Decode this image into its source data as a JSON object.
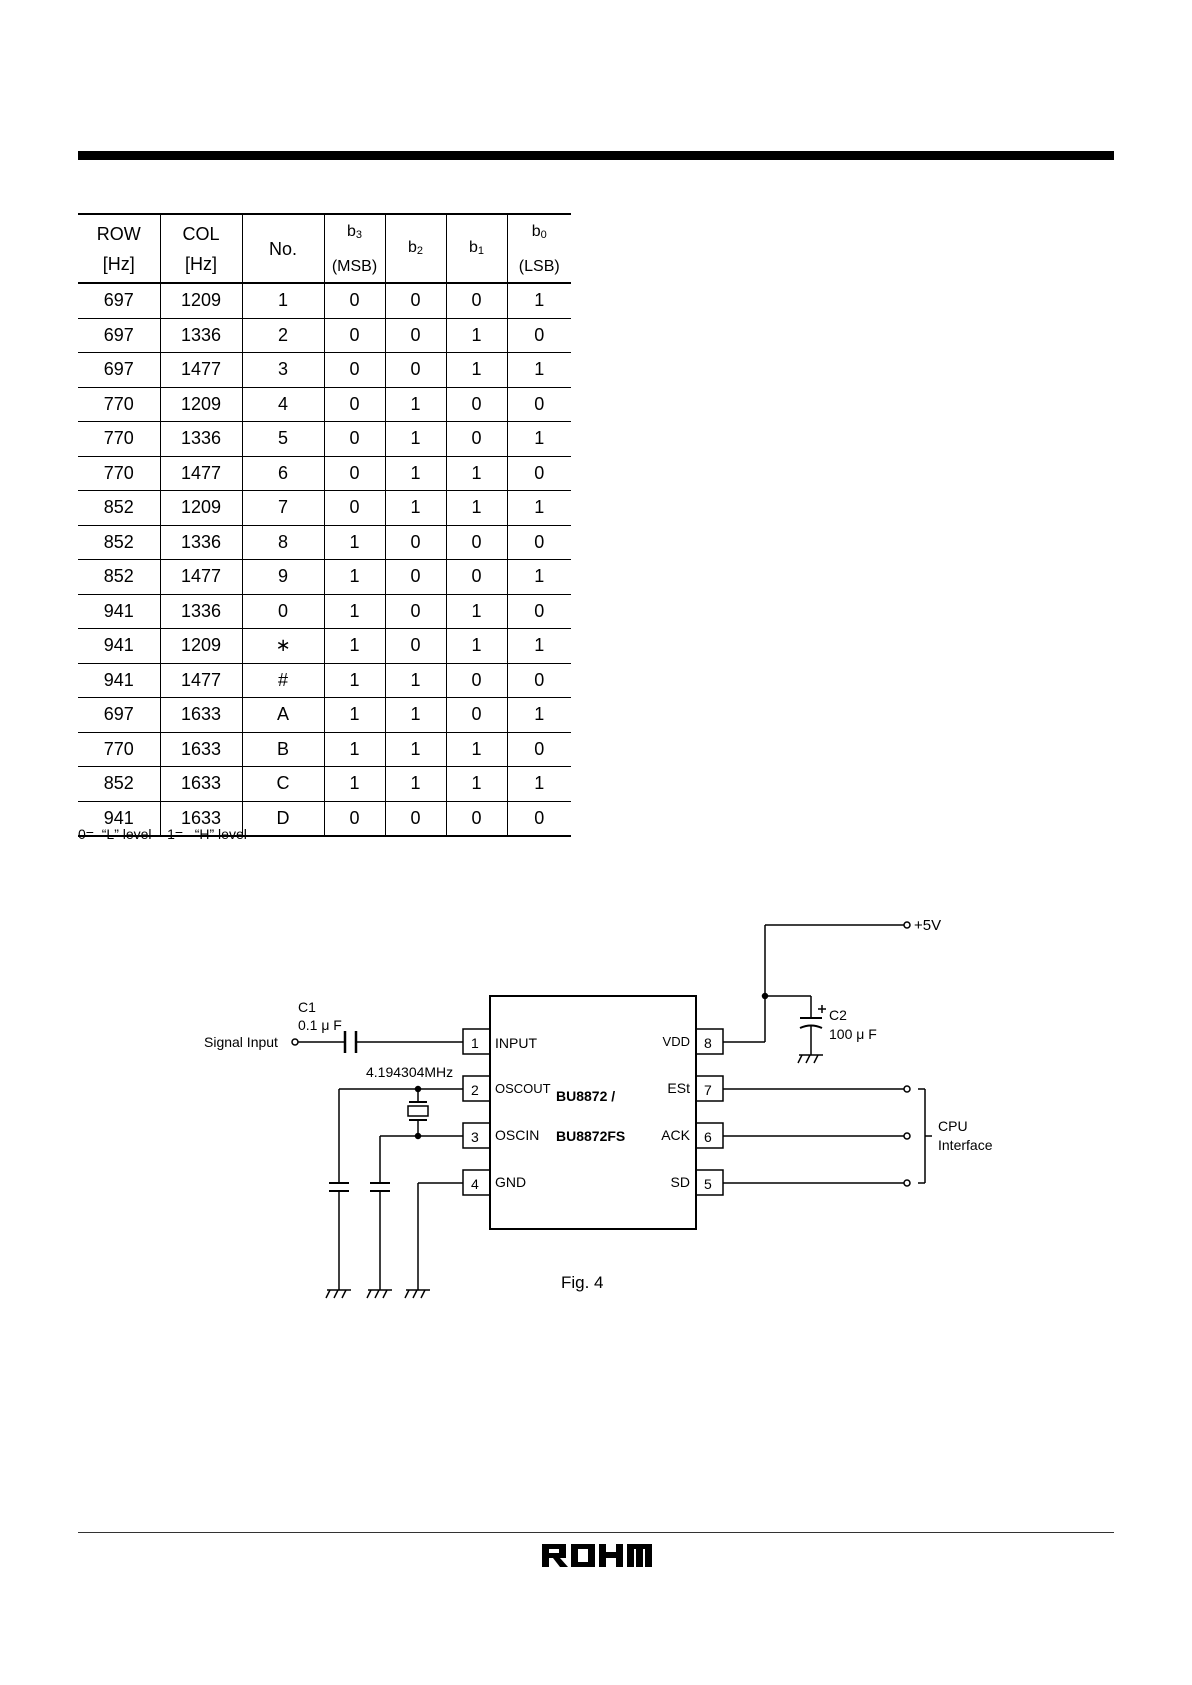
{
  "table": {
    "headers": {
      "row_label": "ROW",
      "row_unit": "[Hz]",
      "col_label": "COL",
      "col_unit": "[Hz]",
      "no_label": "No.",
      "b3_label": "b3",
      "b3_note": "(MSB)",
      "b2_label": "b2",
      "b1_label": "b1",
      "b0_label": "b0",
      "b0_note": "(LSB)"
    },
    "rows": [
      [
        "697",
        "1209",
        "1",
        "0",
        "0",
        "0",
        "1"
      ],
      [
        "697",
        "1336",
        "2",
        "0",
        "0",
        "1",
        "0"
      ],
      [
        "697",
        "1477",
        "3",
        "0",
        "0",
        "1",
        "1"
      ],
      [
        "770",
        "1209",
        "4",
        "0",
        "1",
        "0",
        "0"
      ],
      [
        "770",
        "1336",
        "5",
        "0",
        "1",
        "0",
        "1"
      ],
      [
        "770",
        "1477",
        "6",
        "0",
        "1",
        "1",
        "0"
      ],
      [
        "852",
        "1209",
        "7",
        "0",
        "1",
        "1",
        "1"
      ],
      [
        "852",
        "1336",
        "8",
        "1",
        "0",
        "0",
        "0"
      ],
      [
        "852",
        "1477",
        "9",
        "1",
        "0",
        "0",
        "1"
      ],
      [
        "941",
        "1336",
        "0",
        "1",
        "0",
        "1",
        "0"
      ],
      [
        "941",
        "1209",
        "∗",
        "1",
        "0",
        "1",
        "1"
      ],
      [
        "941",
        "1477",
        "#",
        "1",
        "1",
        "0",
        "0"
      ],
      [
        "697",
        "1633",
        "A",
        "1",
        "1",
        "0",
        "1"
      ],
      [
        "770",
        "1633",
        "B",
        "1",
        "1",
        "1",
        "0"
      ],
      [
        "852",
        "1633",
        "C",
        "1",
        "1",
        "1",
        "1"
      ],
      [
        "941",
        "1633",
        "D",
        "0",
        "0",
        "0",
        "0"
      ]
    ],
    "legend": "0=  “L” level    1=   “H” level"
  },
  "circuit": {
    "chip_name_1": "BU8872 /",
    "chip_name_2": "BU8872FS",
    "signal_input": "Signal  Input",
    "c1_name": "C1",
    "c1_value": "0.1 μ F",
    "crystal": "4.194304MHz",
    "c2_name": "C2",
    "c2_value": "100 μ F",
    "supply": "+5V",
    "cpu_interface_1": "CPU",
    "cpu_interface_2": "Interface",
    "pins": [
      {
        "num": "1",
        "name": "INPUT"
      },
      {
        "num": "2",
        "name": "OSCOUT"
      },
      {
        "num": "3",
        "name": "OSCIN"
      },
      {
        "num": "4",
        "name": "GND"
      },
      {
        "num": "8",
        "name": "VDD"
      },
      {
        "num": "7",
        "name": "ESt"
      },
      {
        "num": "6",
        "name": "ACK"
      },
      {
        "num": "5",
        "name": "SD"
      }
    ],
    "caption": "Fig. 4"
  },
  "logo_text": "ROHM"
}
